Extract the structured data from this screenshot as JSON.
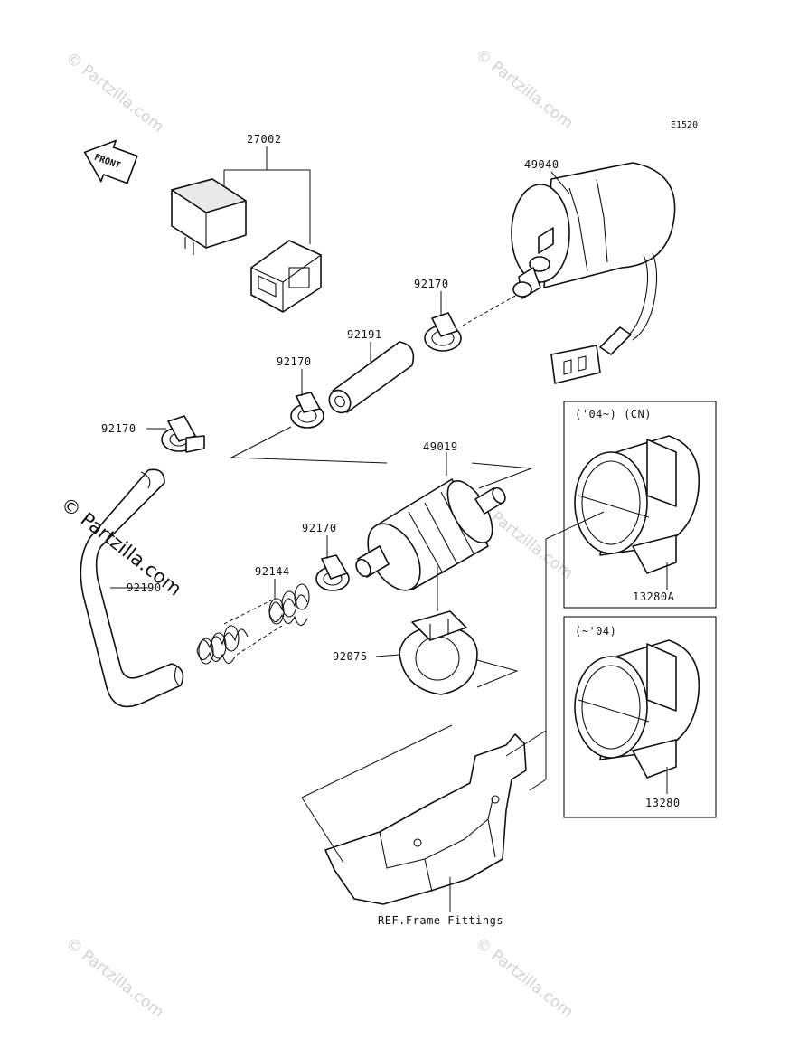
{
  "diagram_code": "E1520",
  "direction_label": "FRONT",
  "watermark": "© Partzilla.com",
  "watermark_dark": "© Partzilla.com",
  "inset_top_caption": "('04~) (CN)",
  "inset_bottom_caption": "(~'04)",
  "parts": {
    "p27002": "27002",
    "p49040": "49040",
    "p92170_a": "92170",
    "p92170_b": "92170",
    "p92170_c": "92170",
    "p92170_d": "92170",
    "p92191": "92191",
    "p49019": "49019",
    "p92144": "92144",
    "p92190": "92190",
    "p92075": "92075",
    "p13280A": "13280A",
    "p13280": "13280"
  },
  "reference_label": "REF.Frame Fittings"
}
